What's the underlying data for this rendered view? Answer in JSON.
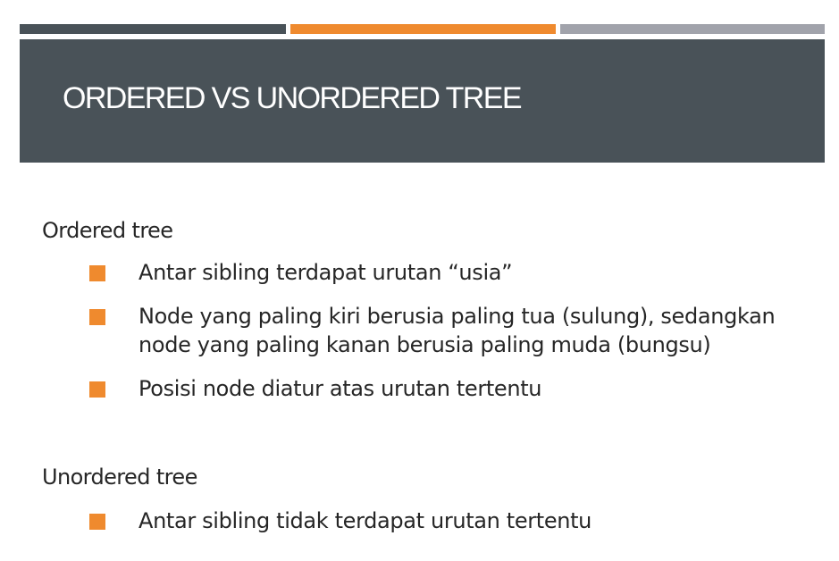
{
  "colors": {
    "bar_1": "#495258",
    "bar_2": "#ef8a2e",
    "bar_3": "#a1a3ab",
    "title_band": "#495258",
    "bullet_accent": "#ef8a2e"
  },
  "slide": {
    "title": "ORDERED VS UNORDERED TREE",
    "sections": [
      {
        "heading": "Ordered tree",
        "bullets": [
          "Antar sibling terdapat urutan “usia”",
          "Node yang paling kiri berusia paling tua (sulung), sedangkan node yang paling kanan berusia paling muda (bungsu)",
          "Posisi node diatur atas urutan tertentu"
        ]
      },
      {
        "heading": "Unordered tree",
        "bullets": [
          "Antar sibling tidak terdapat urutan tertentu"
        ]
      }
    ]
  }
}
